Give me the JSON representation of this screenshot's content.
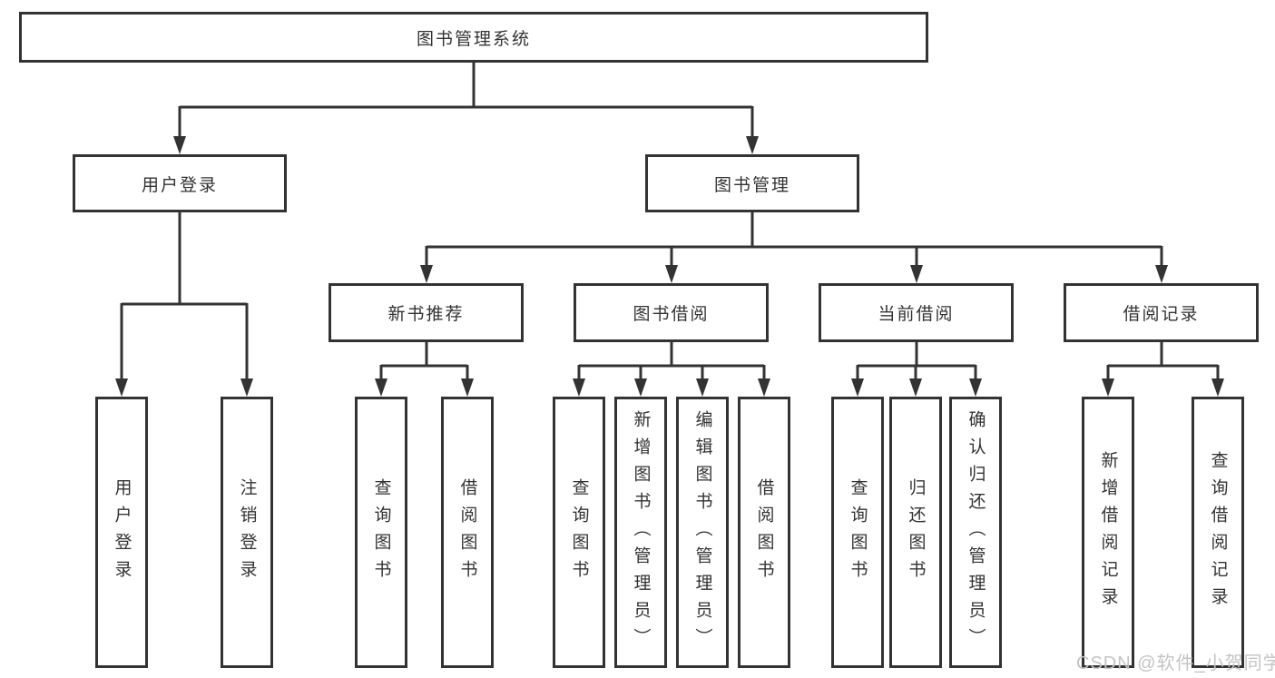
{
  "diagram": {
    "title": "图书管理系统",
    "nodes": {
      "root": "图书管理系统",
      "user_login": "用户登录",
      "book_management": "图书管理",
      "new_book_recommend": "新书推荐",
      "book_borrow": "图书借阅",
      "current_borrow": "当前借阅",
      "borrow_records": "借阅记录"
    },
    "leaves": {
      "user_login": [
        "用户登录",
        "注销登录"
      ],
      "new_book_recommend": [
        "查询图书",
        "借阅图书"
      ],
      "book_borrow": [
        "查询图书",
        "新增图书（管理员）",
        "编辑图书（管理员）",
        "借阅图书"
      ],
      "current_borrow": [
        "查询图书",
        "归还图书",
        "确认归还（管理员）"
      ],
      "borrow_records": [
        "新增借阅记录",
        "查询借阅记录"
      ]
    },
    "watermark": "CSDN @软件_小贺同学",
    "colors": {
      "line": "#333333",
      "box_background": "#ffffff",
      "text": "#333333",
      "watermark": "#c4c4c4",
      "background": "#ffffff"
    }
  }
}
